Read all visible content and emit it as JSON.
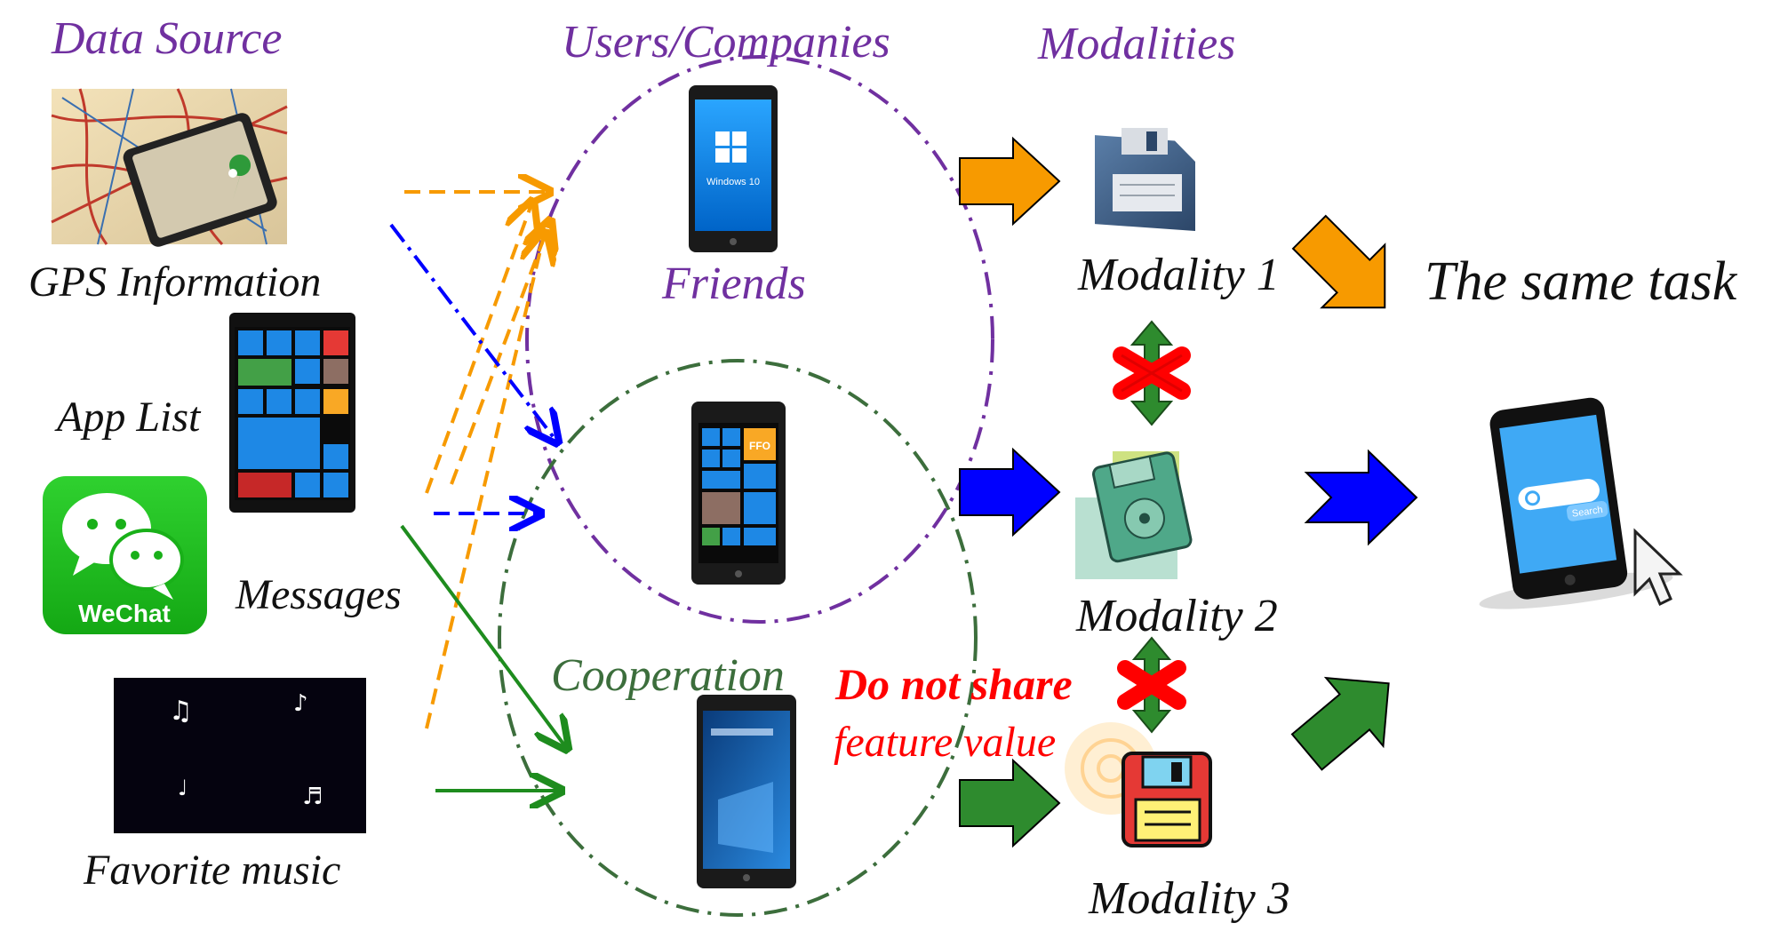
{
  "headers": {
    "data_source": "Data Source",
    "users_companies": "Users/Companies",
    "modalities": "Modalities"
  },
  "sources": {
    "gps": "GPS Information",
    "app_list": "App List",
    "messages": "Messages",
    "music": "Favorite music",
    "wechat_logo_text": "WeChat"
  },
  "groups": {
    "friends": "Friends",
    "cooperation": "Cooperation"
  },
  "modalities": {
    "m1": "Modality 1",
    "m2": "Modality 2",
    "m3": "Modality 3"
  },
  "warning": {
    "line1": "Do not share",
    "line2": "feature value"
  },
  "task": "The same task",
  "phone_screen_text": {
    "phone1": "Windows 10",
    "phone2_tile": "FFO",
    "search": "Search"
  },
  "colors": {
    "purple": "#7030A0",
    "orange": "#F79A00",
    "blue": "#0000FF",
    "green": "#2E8B2E",
    "dark_green": "#3C6E3C",
    "red": "#FF0000"
  }
}
